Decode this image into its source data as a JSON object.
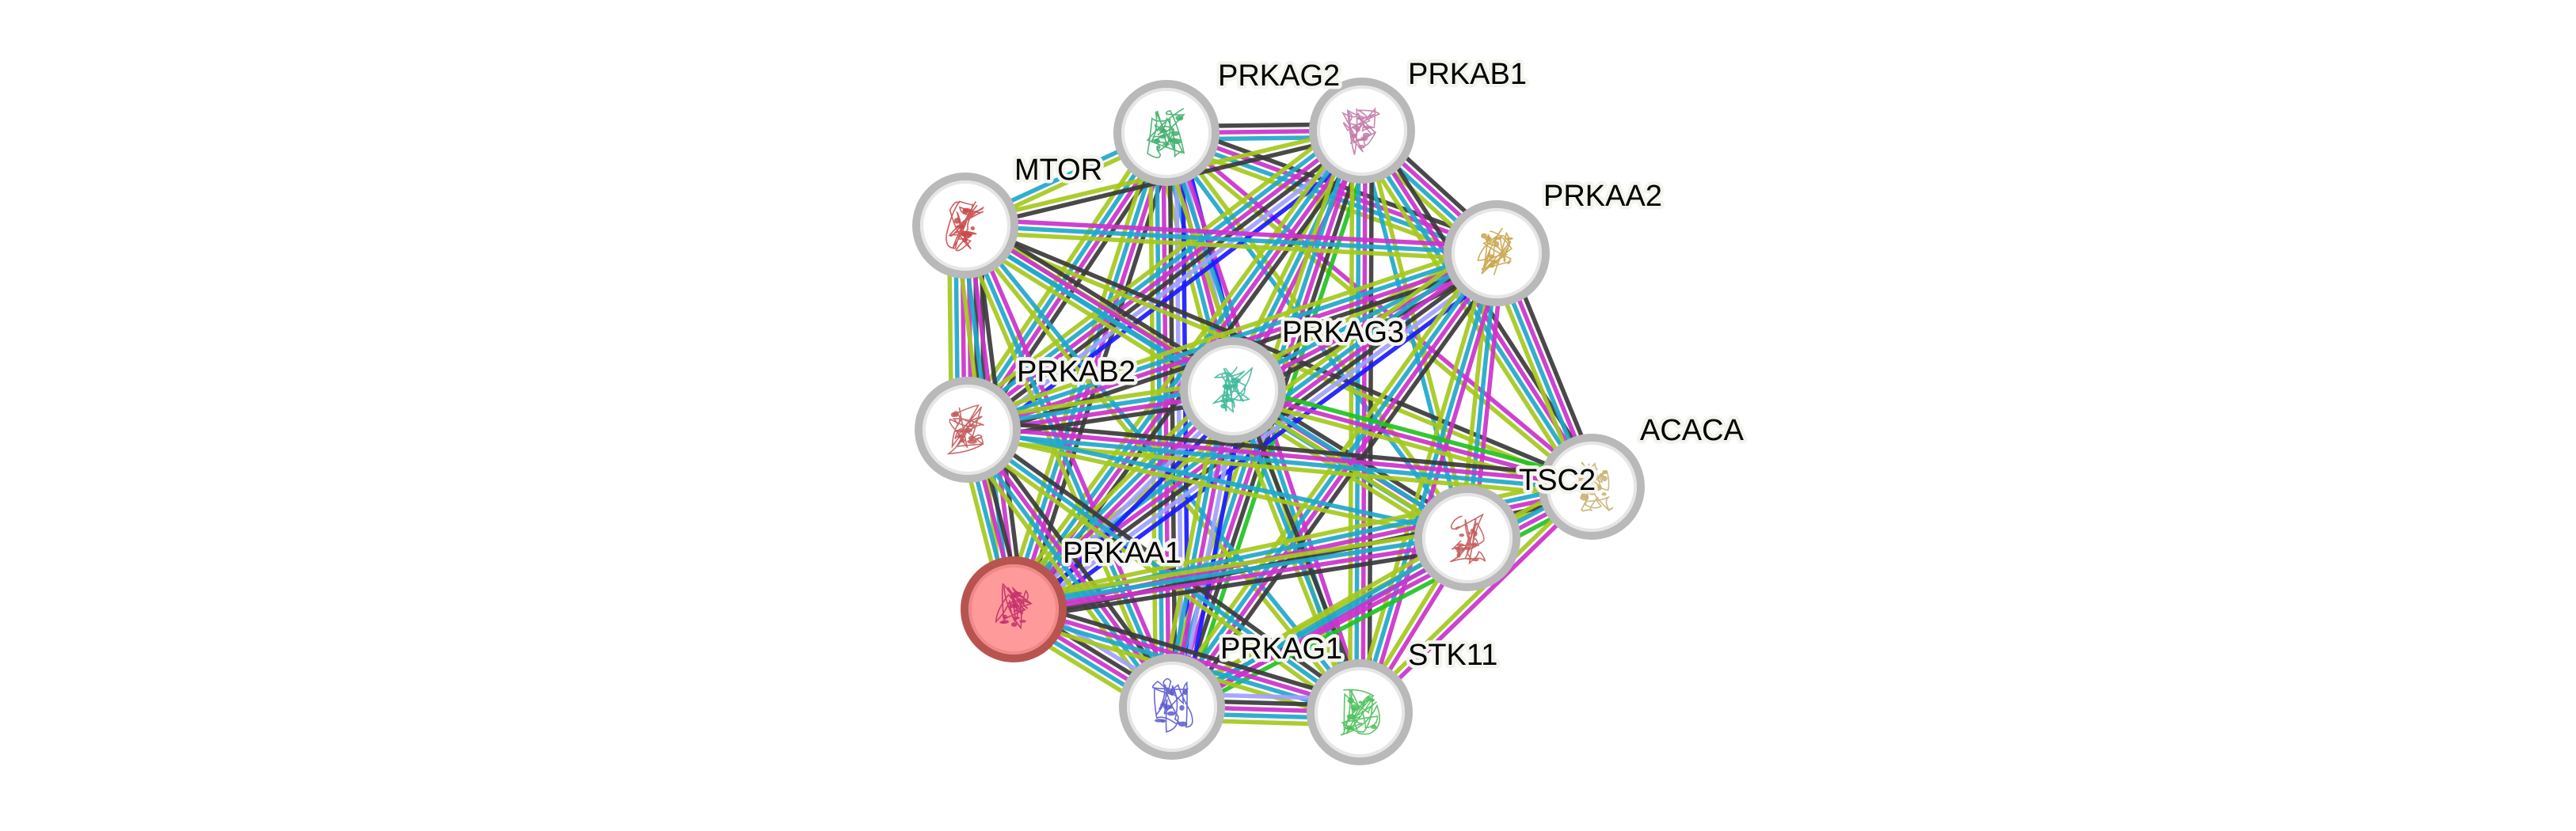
{
  "network": {
    "title": "Protein interaction network",
    "query_node": "PRKAA1",
    "evidence_colors": {
      "textmining": "#a6c81e",
      "database": "#20a8cc",
      "experiments": "#cc33cc",
      "coexpression": "#3a3a3a",
      "neighborhood": "#22c322",
      "cooccurrence": "#1a1aff",
      "homology": "#a0a0ff"
    },
    "nodes": [
      {
        "id": "PRKAG2",
        "label": "PRKAG2",
        "structure_color": "#3fae6a"
      },
      {
        "id": "PRKAB1",
        "label": "PRKAB1",
        "structure_color": "#c27aa8"
      },
      {
        "id": "MTOR",
        "label": "MTOR",
        "structure_color": "#c94a4a"
      },
      {
        "id": "PRKAA2",
        "label": "PRKAA2",
        "structure_color": "#c9a44a"
      },
      {
        "id": "PRKAG3",
        "label": "PRKAG3",
        "structure_color": "#3fb89a"
      },
      {
        "id": "PRKAB2",
        "label": "PRKAB2",
        "structure_color": "#c25a5a"
      },
      {
        "id": "ACACA",
        "label": "ACACA",
        "structure_color": "#c9b070"
      },
      {
        "id": "TSC2",
        "label": "TSC2",
        "structure_color": "#c25a5a"
      },
      {
        "id": "PRKAA1",
        "label": "PRKAA1",
        "structure_color": "#c2306a"
      },
      {
        "id": "PRKAG1",
        "label": "PRKAG1",
        "structure_color": "#5a5ad0"
      },
      {
        "id": "STK11",
        "label": "STK11",
        "structure_color": "#4cbf5a"
      }
    ],
    "edges": [
      {
        "source": "PRKAG2",
        "target": "PRKAB1",
        "evidence": [
          "coexpression",
          "experiments",
          "database"
        ]
      },
      {
        "source": "PRKAG2",
        "target": "MTOR",
        "evidence": [
          "textmining",
          "database"
        ]
      },
      {
        "source": "PRKAG2",
        "target": "PRKAA2",
        "evidence": [
          "coexpression",
          "experiments",
          "database",
          "textmining"
        ]
      },
      {
        "source": "PRKAG2",
        "target": "PRKAG3",
        "evidence": [
          "cooccurrence",
          "homology",
          "experiments",
          "database",
          "textmining"
        ]
      },
      {
        "source": "PRKAG2",
        "target": "PRKAB2",
        "evidence": [
          "coexpression",
          "experiments",
          "database",
          "textmining"
        ]
      },
      {
        "source": "PRKAG2",
        "target": "ACACA",
        "evidence": [
          "experiments",
          "textmining"
        ]
      },
      {
        "source": "PRKAG2",
        "target": "TSC2",
        "evidence": [
          "textmining",
          "database"
        ]
      },
      {
        "source": "PRKAG2",
        "target": "PRKAA1",
        "evidence": [
          "coexpression",
          "experiments",
          "database",
          "textmining"
        ]
      },
      {
        "source": "PRKAG2",
        "target": "PRKAG1",
        "evidence": [
          "cooccurrence",
          "homology",
          "coexpression",
          "experiments",
          "database",
          "textmining"
        ]
      },
      {
        "source": "PRKAG2",
        "target": "STK11",
        "evidence": [
          "experiments",
          "database",
          "textmining"
        ]
      },
      {
        "source": "PRKAB1",
        "target": "MTOR",
        "evidence": [
          "coexpression",
          "textmining"
        ]
      },
      {
        "source": "PRKAB1",
        "target": "PRKAA2",
        "evidence": [
          "coexpression",
          "experiments",
          "database",
          "textmining"
        ]
      },
      {
        "source": "PRKAB1",
        "target": "PRKAG3",
        "evidence": [
          "experiments",
          "database",
          "textmining"
        ]
      },
      {
        "source": "PRKAB1",
        "target": "PRKAB2",
        "evidence": [
          "cooccurrence",
          "homology",
          "coexpression",
          "experiments",
          "database",
          "textmining"
        ]
      },
      {
        "source": "PRKAB1",
        "target": "ACACA",
        "evidence": [
          "coexpression",
          "experiments",
          "database",
          "textmining"
        ]
      },
      {
        "source": "PRKAB1",
        "target": "TSC2",
        "evidence": [
          "textmining",
          "database"
        ]
      },
      {
        "source": "PRKAB1",
        "target": "PRKAA1",
        "evidence": [
          "coexpression",
          "experiments",
          "database",
          "textmining"
        ]
      },
      {
        "source": "PRKAB1",
        "target": "PRKAG1",
        "evidence": [
          "neighborhood",
          "coexpression",
          "experiments",
          "database",
          "textmining"
        ]
      },
      {
        "source": "PRKAB1",
        "target": "STK11",
        "evidence": [
          "coexpression",
          "experiments",
          "database",
          "textmining"
        ]
      },
      {
        "source": "MTOR",
        "target": "PRKAA2",
        "evidence": [
          "experiments",
          "database",
          "textmining"
        ]
      },
      {
        "source": "MTOR",
        "target": "PRKAG3",
        "evidence": [
          "textmining",
          "database"
        ]
      },
      {
        "source": "MTOR",
        "target": "PRKAB2",
        "evidence": [
          "coexpression",
          "coexpression",
          "experiments",
          "experiments",
          "database",
          "textmining"
        ]
      },
      {
        "source": "MTOR",
        "target": "ACACA",
        "evidence": [
          "coexpression",
          "textmining"
        ]
      },
      {
        "source": "MTOR",
        "target": "TSC2",
        "evidence": [
          "coexpression",
          "experiments",
          "database",
          "textmining"
        ]
      },
      {
        "source": "MTOR",
        "target": "PRKAA1",
        "evidence": [
          "coexpression",
          "experiments",
          "database",
          "textmining"
        ]
      },
      {
        "source": "MTOR",
        "target": "PRKAG1",
        "evidence": [
          "experiments",
          "database",
          "textmining"
        ]
      },
      {
        "source": "MTOR",
        "target": "STK11",
        "evidence": [
          "database",
          "textmining"
        ]
      },
      {
        "source": "PRKAA2",
        "target": "PRKAG3",
        "evidence": [
          "coexpression",
          "experiments",
          "database",
          "textmining"
        ]
      },
      {
        "source": "PRKAA2",
        "target": "PRKAB2",
        "evidence": [
          "coexpression",
          "experiments",
          "database",
          "textmining"
        ]
      },
      {
        "source": "PRKAA2",
        "target": "ACACA",
        "evidence": [
          "coexpression",
          "experiments",
          "database",
          "textmining"
        ]
      },
      {
        "source": "PRKAA2",
        "target": "TSC2",
        "evidence": [
          "experiments",
          "database",
          "textmining"
        ]
      },
      {
        "source": "PRKAA2",
        "target": "PRKAA1",
        "evidence": [
          "cooccurrence",
          "homology",
          "coexpression",
          "experiments",
          "database",
          "textmining"
        ]
      },
      {
        "source": "PRKAA2",
        "target": "PRKAG1",
        "evidence": [
          "coexpression",
          "experiments",
          "database",
          "textmining"
        ]
      },
      {
        "source": "PRKAA2",
        "target": "STK11",
        "evidence": [
          "experiments",
          "database",
          "textmining"
        ]
      },
      {
        "source": "PRKAG3",
        "target": "PRKAB2",
        "evidence": [
          "coexpression",
          "experiments",
          "database",
          "textmining"
        ]
      },
      {
        "source": "PRKAG3",
        "target": "ACACA",
        "evidence": [
          "neighborhood",
          "experiments",
          "textmining"
        ]
      },
      {
        "source": "PRKAG3",
        "target": "TSC2",
        "evidence": [
          "database",
          "textmining"
        ]
      },
      {
        "source": "PRKAG3",
        "target": "PRKAA1",
        "evidence": [
          "cooccurrence",
          "homology",
          "experiments",
          "database",
          "textmining"
        ]
      },
      {
        "source": "PRKAG3",
        "target": "PRKAG1",
        "evidence": [
          "cooccurrence",
          "homology",
          "experiments",
          "database",
          "textmining"
        ]
      },
      {
        "source": "PRKAG3",
        "target": "STK11",
        "evidence": [
          "coexpression",
          "database",
          "textmining"
        ]
      },
      {
        "source": "PRKAB2",
        "target": "ACACA",
        "evidence": [
          "coexpression",
          "experiments",
          "database",
          "textmining"
        ]
      },
      {
        "source": "PRKAB2",
        "target": "TSC2",
        "evidence": [
          "database",
          "textmining"
        ]
      },
      {
        "source": "PRKAB2",
        "target": "PRKAA1",
        "evidence": [
          "coexpression",
          "experiments",
          "database",
          "textmining"
        ]
      },
      {
        "source": "PRKAB2",
        "target": "PRKAG1",
        "evidence": [
          "coexpression",
          "experiments",
          "database",
          "textmining"
        ]
      },
      {
        "source": "PRKAB2",
        "target": "STK11",
        "evidence": [
          "coexpression",
          "database",
          "textmining"
        ]
      },
      {
        "source": "ACACA",
        "target": "TSC2",
        "evidence": [
          "textmining"
        ]
      },
      {
        "source": "ACACA",
        "target": "PRKAA1",
        "evidence": [
          "coexpression",
          "experiments",
          "database",
          "textmining"
        ]
      },
      {
        "source": "ACACA",
        "target": "PRKAG1",
        "evidence": [
          "neighborhood",
          "experiments",
          "database",
          "textmining"
        ]
      },
      {
        "source": "ACACA",
        "target": "STK11",
        "evidence": [
          "experiments",
          "textmining"
        ]
      },
      {
        "source": "TSC2",
        "target": "PRKAA1",
        "evidence": [
          "coexpression",
          "experiments",
          "database",
          "textmining"
        ]
      },
      {
        "source": "TSC2",
        "target": "PRKAG1",
        "evidence": [
          "experiments",
          "database",
          "textmining"
        ]
      },
      {
        "source": "TSC2",
        "target": "STK11",
        "evidence": [
          "experiments",
          "textmining"
        ]
      },
      {
        "source": "PRKAA1",
        "target": "PRKAG1",
        "evidence": [
          "homology",
          "coexpression",
          "experiments",
          "database",
          "textmining"
        ]
      },
      {
        "source": "PRKAA1",
        "target": "STK11",
        "evidence": [
          "coexpression",
          "experiments",
          "database",
          "textmining"
        ]
      },
      {
        "source": "PRKAG1",
        "target": "STK11",
        "evidence": [
          "homology",
          "coexpression",
          "experiments",
          "database",
          "textmining"
        ]
      }
    ]
  }
}
